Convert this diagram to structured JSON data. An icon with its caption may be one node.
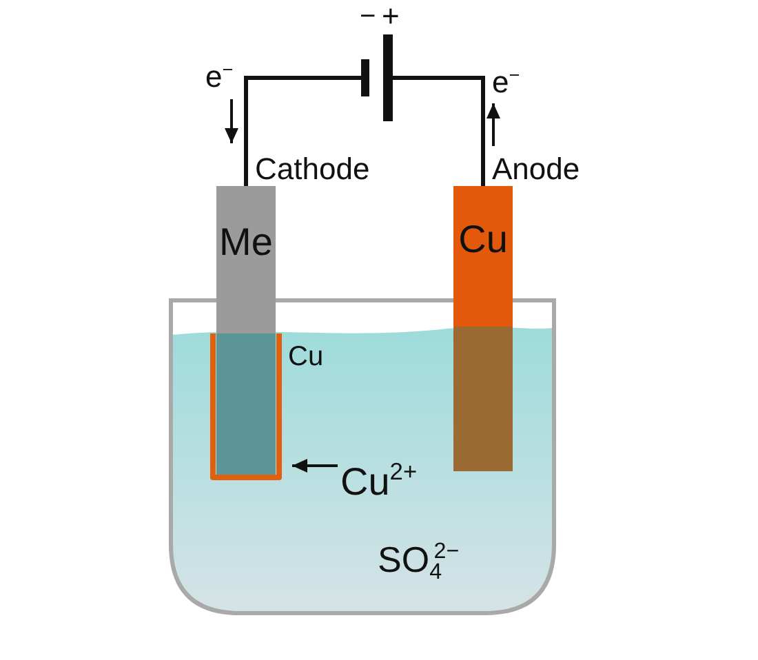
{
  "diagram": {
    "nodes": [
      {
        "text": [],
        "shape": "battery",
        "beside": [
          "−",
          "+"
        ]
      },
      {
        "text": [
          "Me"
        ],
        "beside": [
          "Cathode",
          "Cu"
        ]
      },
      {
        "text": [
          "Cu"
        ],
        "beside": [
          "Anode"
        ]
      }
    ],
    "edges": [
      {
        "from": 1,
        "to": 0,
        "arrow": "none"
      },
      {
        "from": 0,
        "to": 2,
        "arrow": "none"
      }
    ],
    "labels": [
      "e$^{−}$",
      "e$^{−}$",
      "Cu$^{2+}$",
      "SO$_{4}$$^{2−}$"
    ]
  }
}
